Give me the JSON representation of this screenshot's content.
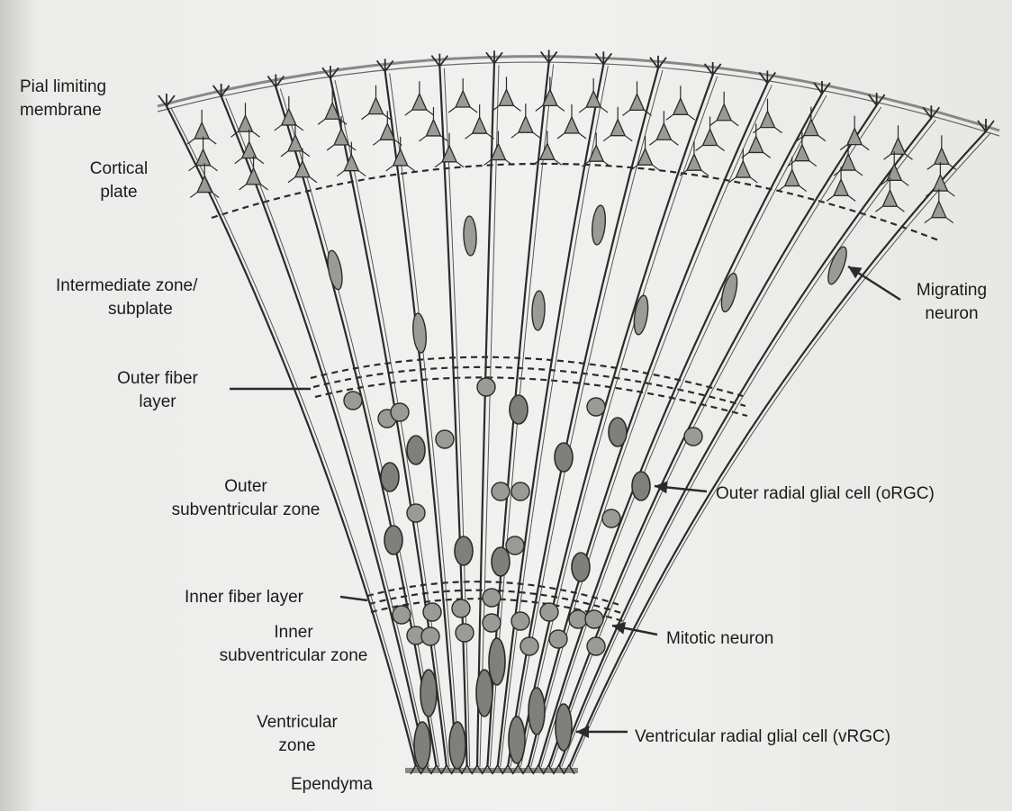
{
  "labels": {
    "pial": [
      "Pial limiting",
      "membrane"
    ],
    "cortical": [
      "Cortical",
      "plate"
    ],
    "intermediate": [
      "Intermediate zone/",
      "subplate"
    ],
    "outer_fiber": [
      "Outer fiber",
      "layer"
    ],
    "osvz": [
      "Outer",
      "subventricular zone"
    ],
    "inner_fiber": "Inner fiber layer",
    "isvz": [
      "Inner",
      "subventricular zone"
    ],
    "vz": [
      "Ventricular",
      "zone"
    ],
    "ependyma": "Ependyma",
    "migrating": [
      "Migrating",
      "neuron"
    ],
    "orgc": "Outer radial glial cell (oRGC)",
    "mitotic": "Mitotic neuron",
    "vrgc": "Ventricular radial glial cell (vRGC)"
  },
  "colors": {
    "line": "#2b2b2b",
    "cell_fill": "#9a9a96",
    "cell_dark": "#7f7f7b",
    "background": "#efefed"
  }
}
